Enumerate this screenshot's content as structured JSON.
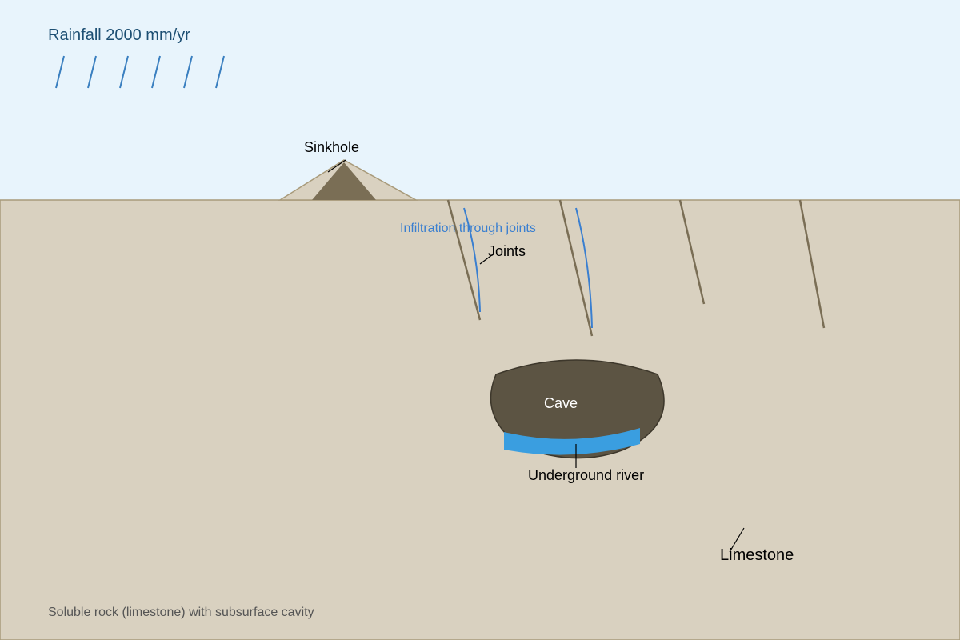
{
  "diagram": {
    "rainfall_label": "Rainfall 2000 mm/yr",
    "sinkhole_label": "Sinkhole",
    "infiltration_label": "Infiltration through joints",
    "joints_label": "Joints",
    "cave_label": "Cave",
    "river_label": "Underground river",
    "limestone_label": "Limestone",
    "caption": "Soluble rock (limestone) with subsurface cavity"
  },
  "colors": {
    "sky": "#e8f4fc",
    "rock": "#d9d1c0",
    "rock_edge": "#a89a7a",
    "joint": "#7a6e55",
    "sinkhole_dark": "#7a6e55",
    "cave": "#5c5443",
    "river": "#3a9ee0",
    "infiltration": "#3a7fd0",
    "rain": "#3a7fc0",
    "title_text": "#1d4f73"
  }
}
